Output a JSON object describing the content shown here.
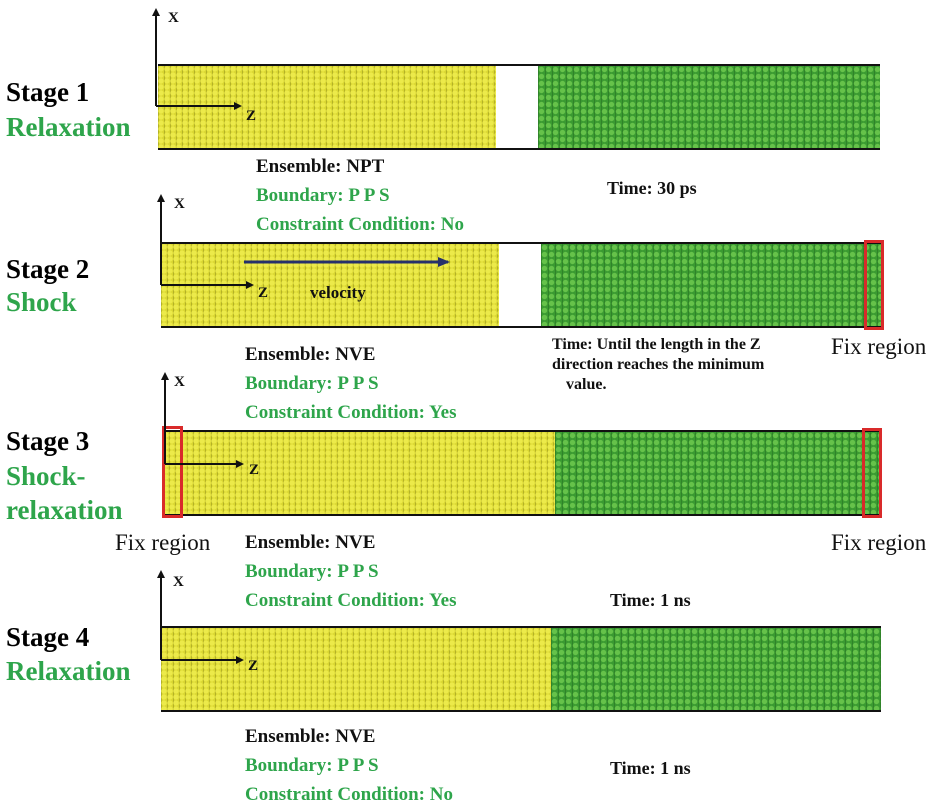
{
  "stages": [
    {
      "label": "Stage 1",
      "name_lines": [
        "Relaxation"
      ],
      "ensemble": "Ensemble: NPT",
      "boundary": "Boundary: P P S",
      "constraint": "Constraint Condition: No",
      "time": "Time: 30 ps"
    },
    {
      "label": "Stage 2",
      "name_lines": [
        "Shock"
      ],
      "ensemble": "Ensemble: NVE",
      "boundary": "Boundary: P P S",
      "constraint": "Constraint Condition: Yes",
      "time_lines": [
        "Time: Until the length in the Z",
        "direction reaches the minimum",
        "value."
      ],
      "velocity_label": "velocity",
      "fix_label": "Fix region"
    },
    {
      "label": "Stage 3",
      "name_lines": [
        "Shock-",
        "relaxation"
      ],
      "ensemble": "Ensemble: NVE",
      "boundary": "Boundary: P P S",
      "constraint": "Constraint Condition: Yes",
      "time": "Time: 1 ns",
      "fix_label_left": "Fix region",
      "fix_label_right": "Fix region"
    },
    {
      "label": "Stage 4",
      "name_lines": [
        "Relaxation"
      ],
      "ensemble": "Ensemble: NVE",
      "boundary": "Boundary: P P S",
      "constraint": "Constraint Condition: No",
      "time": "Time: 1 ns"
    }
  ],
  "axes": {
    "vertical": "X",
    "horizontal": "Z"
  },
  "colors": {
    "stage_name": "#2ea54b",
    "copper_region": "#d9d631",
    "aluminum_region": "#3a9a31",
    "fix_region_box": "#d92a2a"
  }
}
